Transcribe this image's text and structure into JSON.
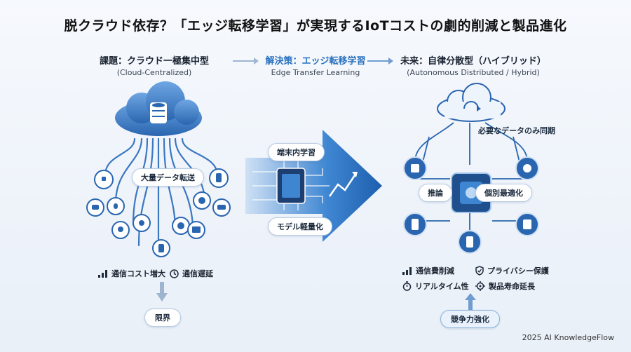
{
  "title": "脱クラウド依存？「エッジ転移学習」が実現するIoTコストの劇的削減と製品進化",
  "columns": {
    "left": {
      "title": "課題：クラウド一極集中型",
      "subtitle": "(Cloud-Centralized)"
    },
    "middle": {
      "title": "解決策：エッジ転移学習",
      "subtitle": "Edge Transfer Learning"
    },
    "right": {
      "title": "未来：自律分散型（ハイブリッド）",
      "subtitle": "(Autonomous Distributed / Hybrid)"
    }
  },
  "left": {
    "transfer_label": "大量データ転送",
    "issues": [
      "通信コスト増大",
      "通信遅延"
    ],
    "limit_label": "限界"
  },
  "middle": {
    "learning_label": "端末内学習",
    "compress_label": "モデル軽量化"
  },
  "right": {
    "sync_label": "必要なデータのみ同期",
    "inference_label": "推論",
    "optimize_label": "個別最適化",
    "benefits": [
      "通信費削減",
      "プライバシー保護",
      "リアルタイム性",
      "製品寿命延長"
    ],
    "competitive_label": "競争力強化"
  },
  "footer": "2025 AI KnowledgeFlow",
  "colors": {
    "primary": "#2a72c0",
    "dark": "#1d4f8c",
    "light": "#dce9f8"
  }
}
